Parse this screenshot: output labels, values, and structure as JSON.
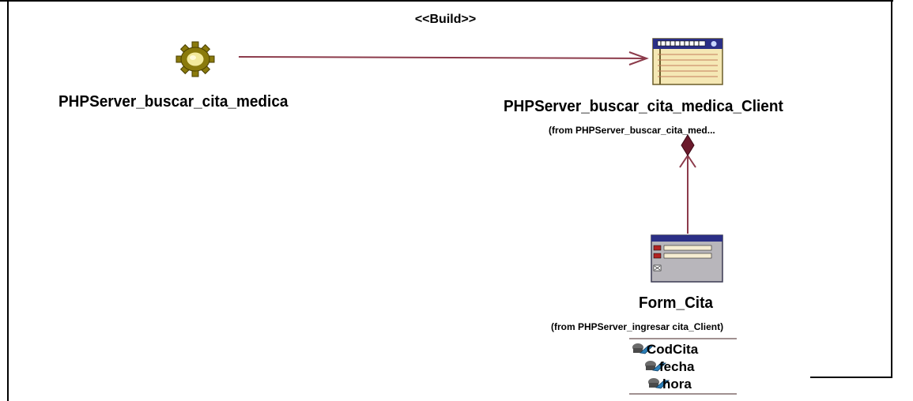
{
  "stereotype": "<<Build>>",
  "server_component": {
    "name": "PHPServer_buscar_cita_medica",
    "icon": "gear-icon"
  },
  "client_page": {
    "name": "PHPServer_buscar_cita_medica_Client",
    "from_note": "(from PHPServer_buscar_cita_med...",
    "icon": "client-page-icon"
  },
  "form_class": {
    "name": "Form_Cita",
    "from_note": "(from PHPServer_ingresar cita_Client)",
    "icon": "form-icon",
    "attributes": [
      {
        "name": "CodCita",
        "icon": "attribute-icon"
      },
      {
        "name": "fecha",
        "icon": "attribute-icon"
      },
      {
        "name": "hora",
        "icon": "attribute-icon"
      }
    ]
  },
  "relationships": [
    {
      "type": "dependency",
      "from": "PHPServer_buscar_cita_medica",
      "to": "PHPServer_buscar_cita_medica_Client",
      "stereotype": "<<Build>>"
    },
    {
      "type": "composition",
      "from": "Form_Cita",
      "to": "PHPServer_buscar_cita_medica_Client"
    }
  ],
  "colors": {
    "connector": "#8c3b4b",
    "composition_diamond": "#6b1a2c",
    "gear_outer": "#8a7a0c",
    "gear_inner": "#f3ea9c",
    "window_title": "#2b2f86",
    "window_body": "#f5e8b5",
    "form_body": "#b8b6bb",
    "attr_icon": "#2c7fb8"
  }
}
